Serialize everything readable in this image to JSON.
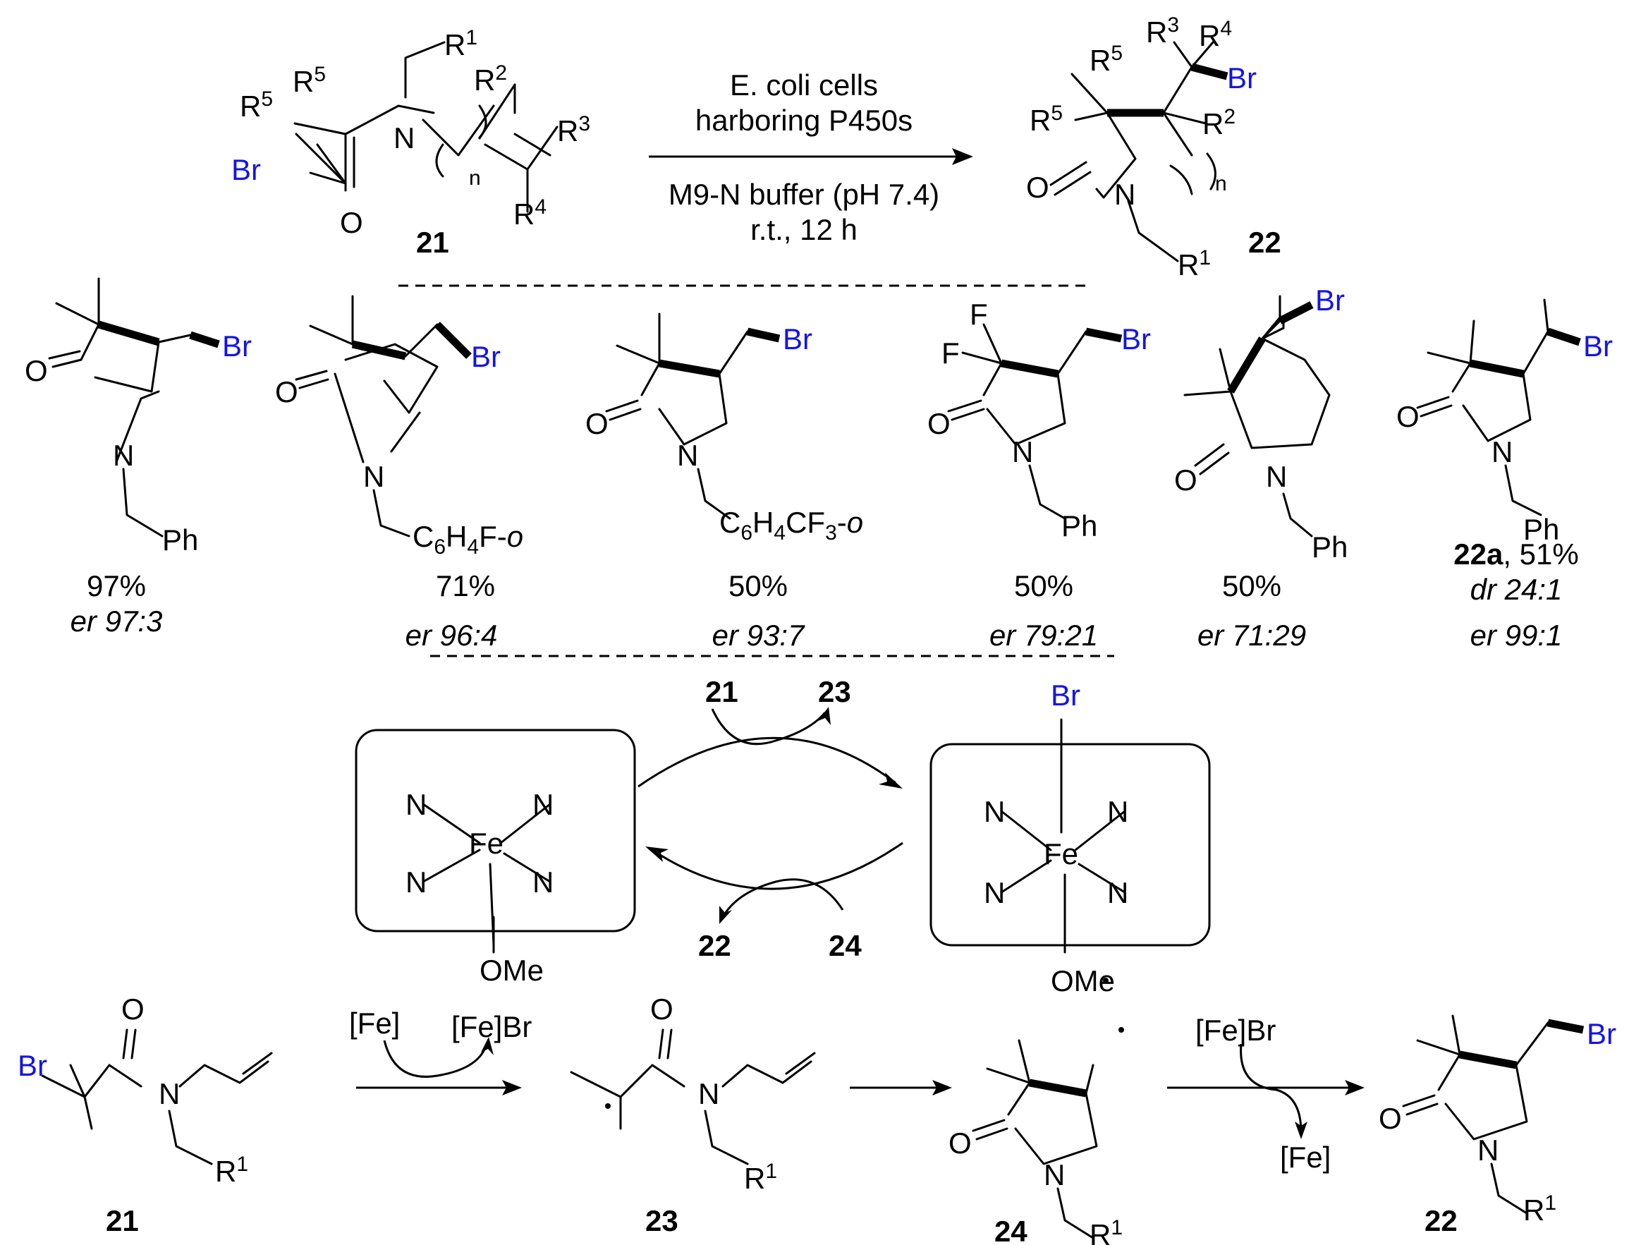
{
  "colors": {
    "bromine": "#1414e6",
    "bonds": "#000000"
  },
  "reaction": {
    "substrate_id": "21",
    "product_id": "22",
    "conditions_line1": "E. coli cells",
    "conditions_line2": "harboring P450s",
    "conditions_line3": "M9-N buffer (pH 7.4)",
    "conditions_line4": "r.t., 12 h"
  },
  "atoms": {
    "br": "Br",
    "o": "O",
    "n": "N",
    "f": "F",
    "fe": "Fe",
    "ome": "OMe",
    "r1": "R",
    "r1_sup": "1",
    "r2": "R",
    "r2_sup": "2",
    "r3": "R",
    "r3_sup": "3",
    "r4": "R",
    "r4_sup": "4",
    "r5": "R",
    "r5_sup": "5",
    "n_sub": "n",
    "ph": "Ph",
    "c6h4f": "C6H4F-o",
    "c6h4cf3": "C6H4CF3-o"
  },
  "scope": [
    {
      "yield": "97%",
      "er": "er 97:3"
    },
    {
      "yield": "71%",
      "er": "er 96:4"
    },
    {
      "yield": "50%",
      "er": "er 93:7"
    },
    {
      "yield": "50%",
      "er": "er 79:21"
    },
    {
      "yield": "50%",
      "er": "er 71:29"
    },
    {
      "label": "22a",
      "yield": ", 51%",
      "dr": "dr 24:1",
      "er": "er 99:1"
    }
  ],
  "cycle": {
    "in_top": "21",
    "out_top": "23",
    "out_bottom": "22",
    "in_bottom": "24"
  },
  "mechanism": {
    "step1_in": "[Fe]",
    "step1_out": "[Fe]Br",
    "step3_in": "[Fe]Br",
    "step3_out": "[Fe]",
    "ids": [
      "21",
      "23",
      "24",
      "22"
    ]
  }
}
